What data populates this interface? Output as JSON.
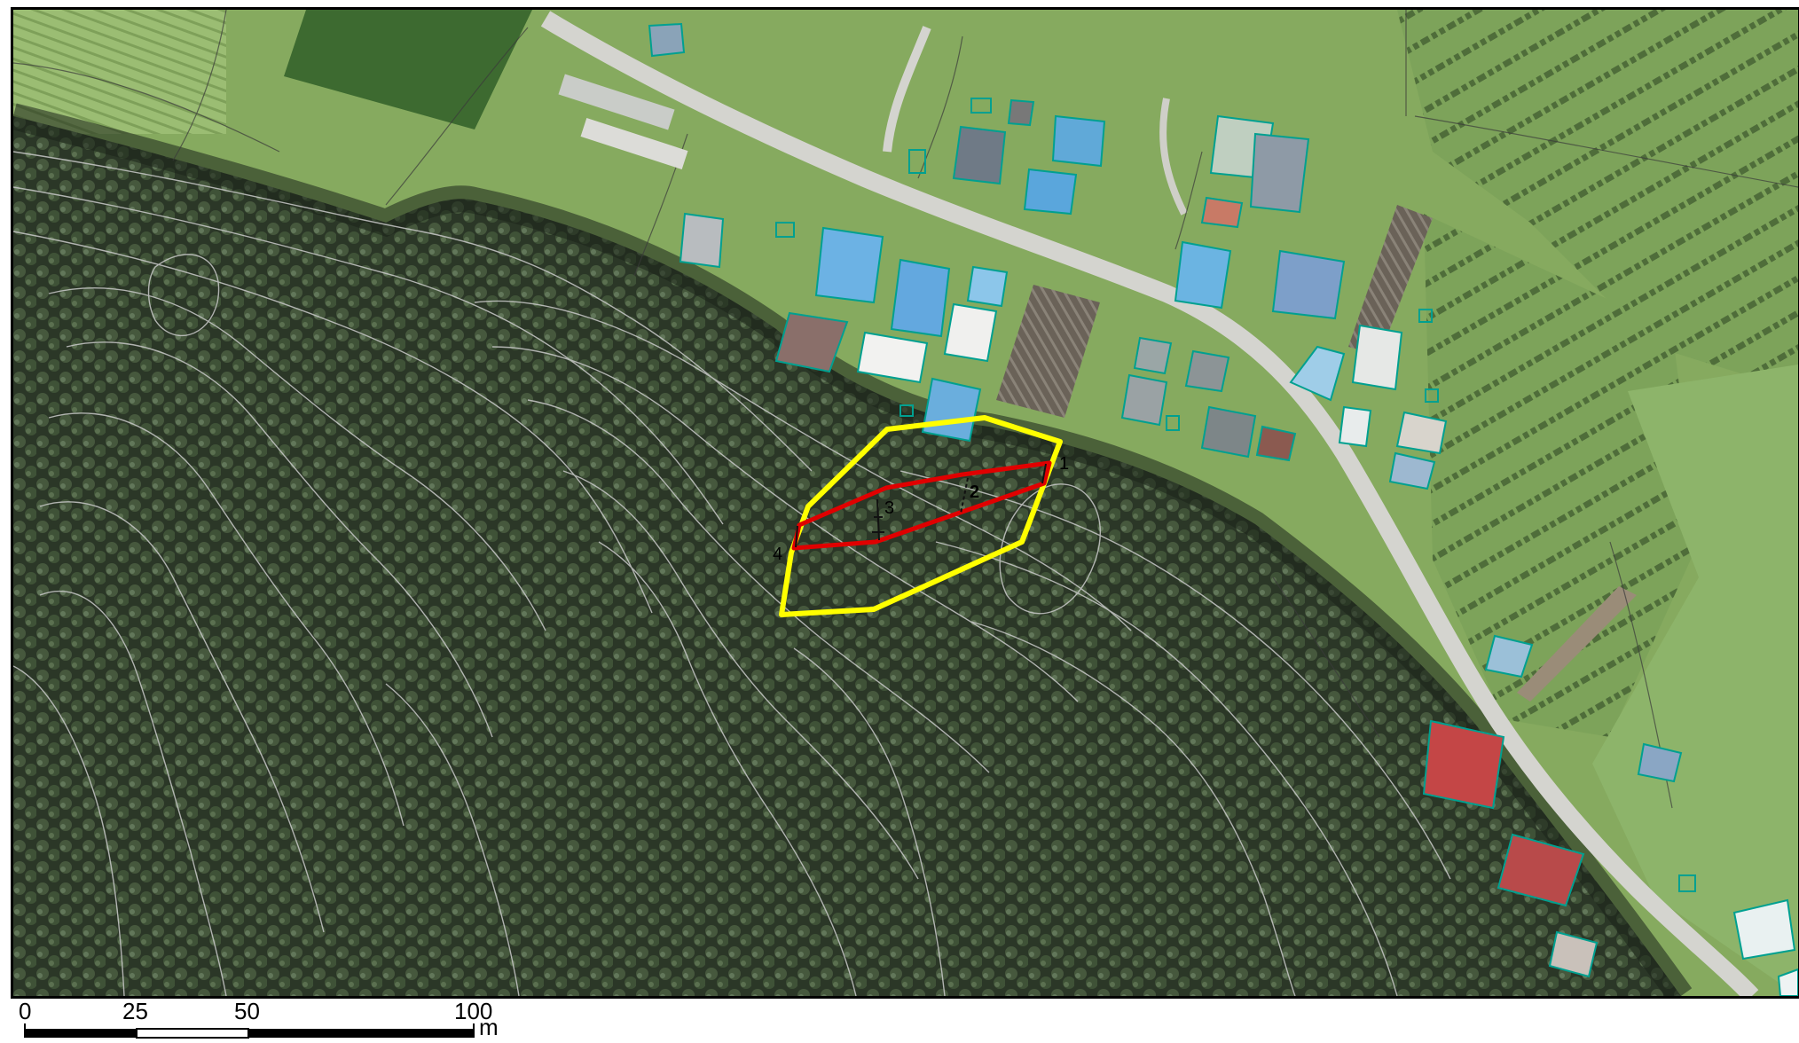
{
  "map": {
    "point_labels": [
      "1",
      "2",
      "3",
      "4"
    ]
  },
  "scalebar": {
    "ticks": [
      "0",
      "25",
      "50",
      "100"
    ],
    "unit": "m"
  },
  "colors": {
    "forest": "#2e3a2a",
    "grass": "#7fa35a",
    "road": "#d9d9d9",
    "study_area_outline": "#ffff00",
    "profile_outline": "#e00000",
    "building_outline": "#00a090",
    "contour": "#c9c9c9"
  }
}
